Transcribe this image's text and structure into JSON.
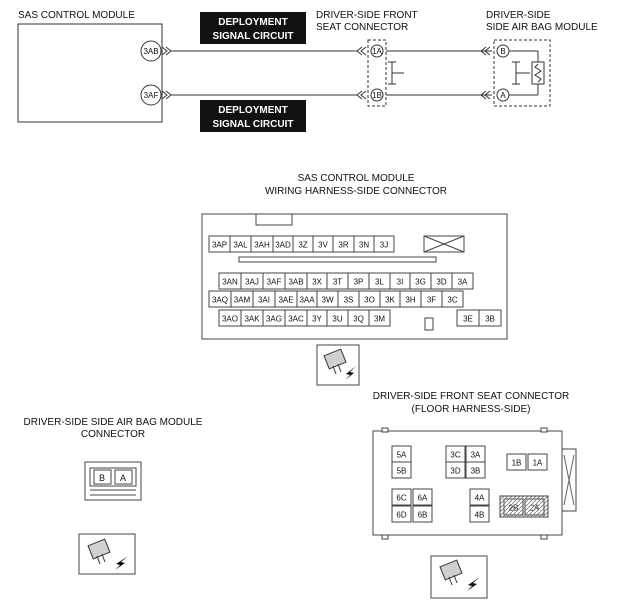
{
  "schematic": {
    "module_title": "SAS CONTROL MODULE",
    "term_top": "3AB",
    "term_bottom": "3AF",
    "signal_top": [
      "DEPLOYMENT",
      "SIGNAL CIRCUIT"
    ],
    "signal_bottom": [
      "DEPLOYMENT",
      "SIGNAL CIRCUIT"
    ],
    "seat_conn_title": [
      "DRIVER-SIDE FRONT",
      "SEAT CONNECTOR"
    ],
    "seat_pin_top": "1A",
    "seat_pin_bottom": "1B",
    "airbag_title": [
      "DRIVER-SIDE",
      "SIDE AIR BAG MODULE"
    ],
    "airbag_pin_top": "B",
    "airbag_pin_bottom": "A"
  },
  "sas_connector": {
    "title": [
      "SAS CONTROL MODULE",
      "WIRING HARNESS-SIDE CONNECTOR"
    ],
    "row1": [
      "3AP",
      "3AL",
      "3AH",
      "3AD",
      "3Z",
      "3V",
      "3R",
      "3N",
      "3J"
    ],
    "row2": [
      "3AN",
      "3AJ",
      "3AF",
      "3AB",
      "3X",
      "3T",
      "3P",
      "3L",
      "3I",
      "3G",
      "3D",
      "3A"
    ],
    "row3": [
      "3AQ",
      "3AM",
      "3AI",
      "3AE",
      "3AA",
      "3W",
      "3S",
      "3O",
      "3K",
      "3H",
      "3F",
      "3C"
    ],
    "row4_left": [
      "3AO",
      "3AK",
      "3AG",
      "3AC",
      "3Y",
      "3U",
      "3Q",
      "3M"
    ],
    "row4_right": [
      "3E",
      "3B"
    ]
  },
  "airbag_connector": {
    "title": [
      "DRIVER-SIDE SIDE AIR BAG MODULE",
      "CONNECTOR"
    ],
    "pins": [
      "B",
      "A"
    ]
  },
  "seat_connector": {
    "title": [
      "DRIVER-SIDE FRONT SEAT CONNECTOR",
      "(FLOOR HARNESS-SIDE)"
    ],
    "group_5": [
      "5A",
      "5B"
    ],
    "group_3": [
      "3C",
      "3A",
      "3D",
      "3B"
    ],
    "group_1": [
      "1B",
      "1A"
    ],
    "group_6": [
      "6C",
      "6A",
      "6D",
      "6B"
    ],
    "group_4": [
      "4A",
      "4B"
    ],
    "group_2": [
      "2B",
      "2A"
    ]
  }
}
